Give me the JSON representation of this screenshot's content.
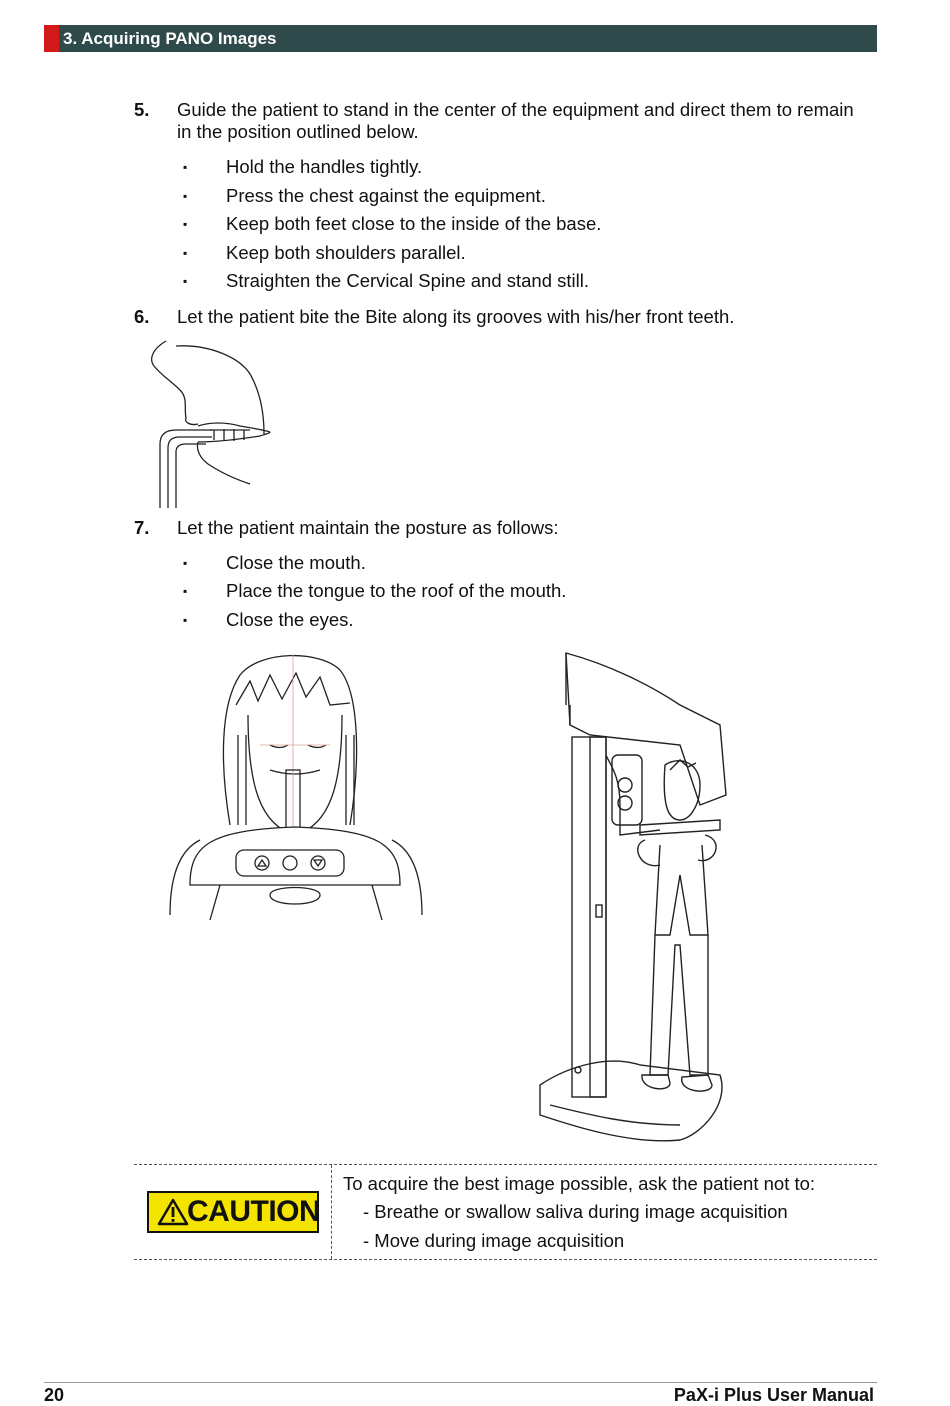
{
  "header": {
    "section_title": "3. Acquiring PANO Images"
  },
  "steps": [
    {
      "number": "5.",
      "text": "Guide the patient to stand in the center of the equipment and direct them to remain in the position outlined below.",
      "bullets": [
        "Hold the handles tightly.",
        "Press the chest against the equipment.",
        "Keep both feet close to the inside of the base.",
        "Keep both shoulders parallel.",
        "Straighten the Cervical Spine and stand still."
      ]
    },
    {
      "number": "6.",
      "text": "Let the patient bite the Bite along its grooves with his/her front teeth."
    },
    {
      "number": "7.",
      "text": "Let the patient maintain the posture as follows:",
      "bullets": [
        "Close the mouth.",
        "Place the tongue to the roof of the mouth.",
        "Close the eyes."
      ]
    }
  ],
  "caution": {
    "label": "CAUTION",
    "intro": "To acquire the best image possible, ask the patient not to:",
    "items": [
      "- Breathe or swallow saliva during image acquisition",
      "- Move during image acquisition"
    ]
  },
  "footer": {
    "page_number": "20",
    "manual_title": "PaX-i Plus User Manual"
  },
  "colors": {
    "header_bg": "#2f4a4a",
    "header_accent": "#d21a1a",
    "caution_yellow": "#f5e400"
  }
}
